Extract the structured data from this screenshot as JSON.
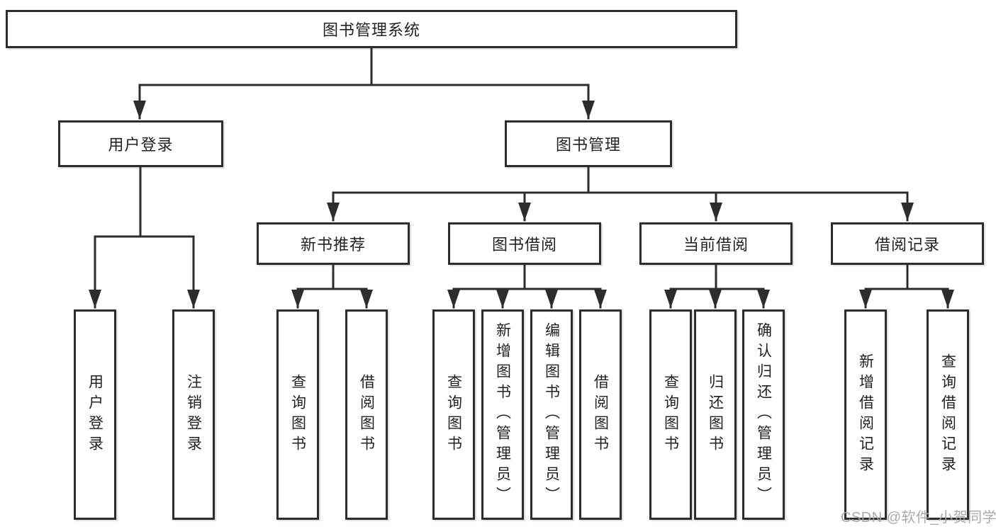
{
  "tree": {
    "root": {
      "label": "图书管理系统"
    },
    "children": [
      {
        "label": "用户登录",
        "children": [
          {
            "label": "用户登录"
          },
          {
            "label": "注销登录"
          }
        ]
      },
      {
        "label": "图书管理",
        "children": [
          {
            "label": "新书推荐",
            "children": [
              {
                "label": "查询图书"
              },
              {
                "label": "借阅图书"
              }
            ]
          },
          {
            "label": "图书借阅",
            "children": [
              {
                "label": "查询图书"
              },
              {
                "label": "新增图书（管理员）"
              },
              {
                "label": "编辑图书（管理员）"
              },
              {
                "label": "借阅图书"
              }
            ]
          },
          {
            "label": "当前借阅",
            "children": [
              {
                "label": "查询图书"
              },
              {
                "label": "归还图书"
              },
              {
                "label": "确认归还（管理员）"
              }
            ]
          },
          {
            "label": "借阅记录",
            "children": [
              {
                "label": "新增借阅记录"
              },
              {
                "label": "查询借阅记录"
              }
            ]
          }
        ]
      }
    ]
  },
  "watermark": {
    "text": "CSDN @软件_小贺同学"
  },
  "colors": {
    "line": "#2d2d2d",
    "box_border": "#2d2d2d",
    "text": "#222222",
    "background": "#ffffff",
    "watermark": "#a6a6a6"
  }
}
